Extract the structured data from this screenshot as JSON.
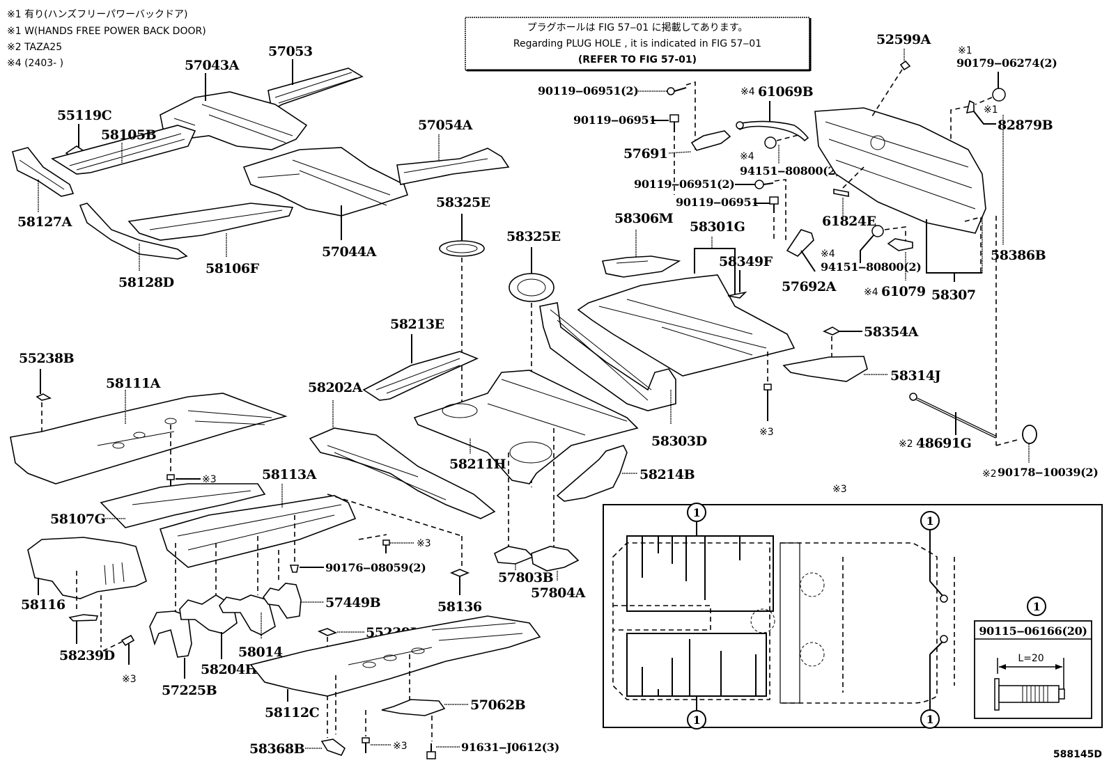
{
  "notes": [
    "※1 有り(ハンズフリーパワーバックドア)",
    "※1 W(HANDS FREE POWER BACK DOOR)",
    "※2 TAZA25",
    "※4 (2403-      )"
  ],
  "info_box": {
    "line1": "プラグホールは FIG 57‒01 に掲載してあります。",
    "line2": "Regarding  PLUG  HOLE , it is indicated in FIG  57‒01",
    "line3": "(REFER  TO  FIG  57-01)"
  },
  "parts": {
    "p57053": "57053",
    "p57043A": "57043A",
    "p55119C": "55119C",
    "p58105B": "58105B",
    "p57054A": "57054A",
    "p58127A": "58127A",
    "p58128D": "58128D",
    "p58106F": "58106F",
    "p57044A": "57044A",
    "p58325E_a": "58325E",
    "p58325E_b": "58325E",
    "p58213E": "58213E",
    "p58202A": "58202A",
    "p58211H": "58211H",
    "p55238B": "55238B",
    "p58111A": "58111A",
    "p58113A": "58113A",
    "p58107G": "58107G",
    "p58116": "58116",
    "p58239D": "58239D",
    "p57225B": "57225B",
    "p58204H": "58204H",
    "p58014": "58014",
    "p57449B": "57449B",
    "p55239J": "55239J",
    "p90176": "90176‒08059(2)",
    "p58136": "58136",
    "p57803B": "57803B",
    "p57804A": "57804A",
    "p58112C": "58112C",
    "p57062B": "57062B",
    "p58368B": "58368B",
    "p91631": "91631‒J0612(3)",
    "p58214B": "58214B",
    "p58303D": "58303D",
    "p58306M": "58306M",
    "p58301G": "58301G",
    "p58349F": "58349F",
    "p57692A": "57692A",
    "p58354A": "58354A",
    "p58314J": "58314J",
    "p90119_a": "90119‒06951(2)",
    "p90119_b": "90119‒06951",
    "p57691": "57691",
    "p90119_c": "90119‒06951(2)",
    "p90119_d": "90119‒06951",
    "p61069B": "61069B",
    "p94151_a": "94151‒80800(2)",
    "p94151_b": "94151‒80800(2)",
    "p61079": "61079",
    "p52599A": "52599A",
    "p90179": "90179‒06274(2)",
    "p82879B": "82879B",
    "p61824E": "61824E",
    "p58386B": "58386B",
    "p58307": "58307",
    "p48691G": "48691G",
    "p90178": "90178‒10039(2)"
  },
  "marks": {
    "m1": "※1",
    "m2": "※2",
    "m3": "※3",
    "m4": "※4"
  },
  "detail": {
    "title": "※3",
    "circle_num": "1",
    "bolt_part": "90115‒06166(20)",
    "length_label": "L=20"
  },
  "figure_code": "588145D"
}
